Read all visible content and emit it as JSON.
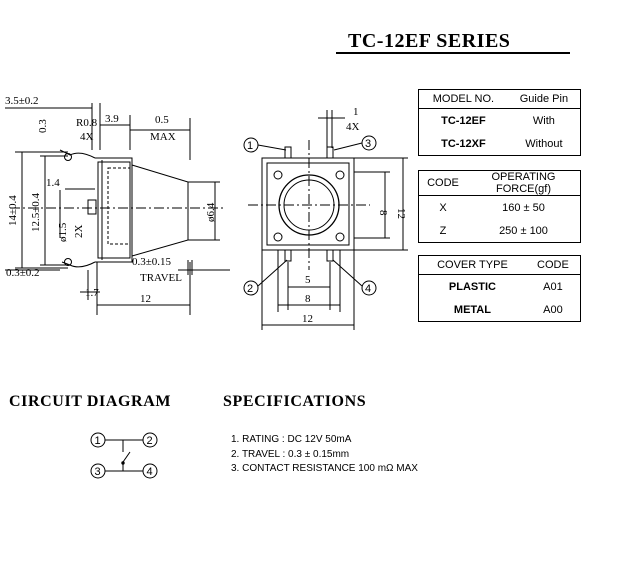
{
  "title": "TC-12EF  SERIES",
  "side_view": {
    "dims": {
      "d_3_5": "3.5±0.2",
      "d_0_3_top": "0.3",
      "d_r0_8": "R0.8",
      "d_4x": "4X",
      "d_3_9": "3.9",
      "d_0_5": "0.5",
      "d_max": "MAX",
      "d_14": "14±0.4",
      "d_12_5": "12.5±0.4",
      "d_1_4": "1.4",
      "d_dia_1_5": "ø1.5",
      "d_2x": "2X",
      "d_dia_6_4": "ø6.4",
      "d_0_3_bottom": "0.3±0.2",
      "d_0_3_travel": "0.3±0.15",
      "d_travel": "TRAVEL",
      "d_1_7": "1.7",
      "d_12": "12"
    }
  },
  "top_view": {
    "pins": [
      "1",
      "2",
      "3",
      "4"
    ],
    "dims": {
      "d_1": "1",
      "d_4x": "4X",
      "d_8_right": "8",
      "d_12_right": "12",
      "d_5": "5",
      "d_8_bottom": "8",
      "d_12_bottom": "12"
    }
  },
  "model_table": {
    "headers": [
      "MODEL NO.",
      "Guide Pin"
    ],
    "rows": [
      [
        "TC-12EF",
        "With"
      ],
      [
        "TC-12XF",
        "Without"
      ]
    ]
  },
  "force_table": {
    "headers": [
      "CODE",
      "OPERATING FORCE(gf)"
    ],
    "rows": [
      [
        "X",
        "160 ± 50"
      ],
      [
        "Z",
        "250 ± 100"
      ]
    ]
  },
  "cover_table": {
    "headers": [
      "COVER TYPE",
      "CODE"
    ],
    "rows": [
      [
        "PLASTIC",
        "A01"
      ],
      [
        "METAL",
        "A00"
      ]
    ]
  },
  "circuit": {
    "heading": "CIRCUIT  DIAGRAM",
    "pins": [
      "1",
      "2",
      "3",
      "4"
    ]
  },
  "specifications": {
    "heading": "SPECIFICATIONS",
    "items": [
      "1. RATING : DC 12V  50mA",
      "2. TRAVEL : 0.3 ± 0.15mm",
      "3. CONTACT  RESISTANCE 100 mΩ MAX"
    ]
  }
}
